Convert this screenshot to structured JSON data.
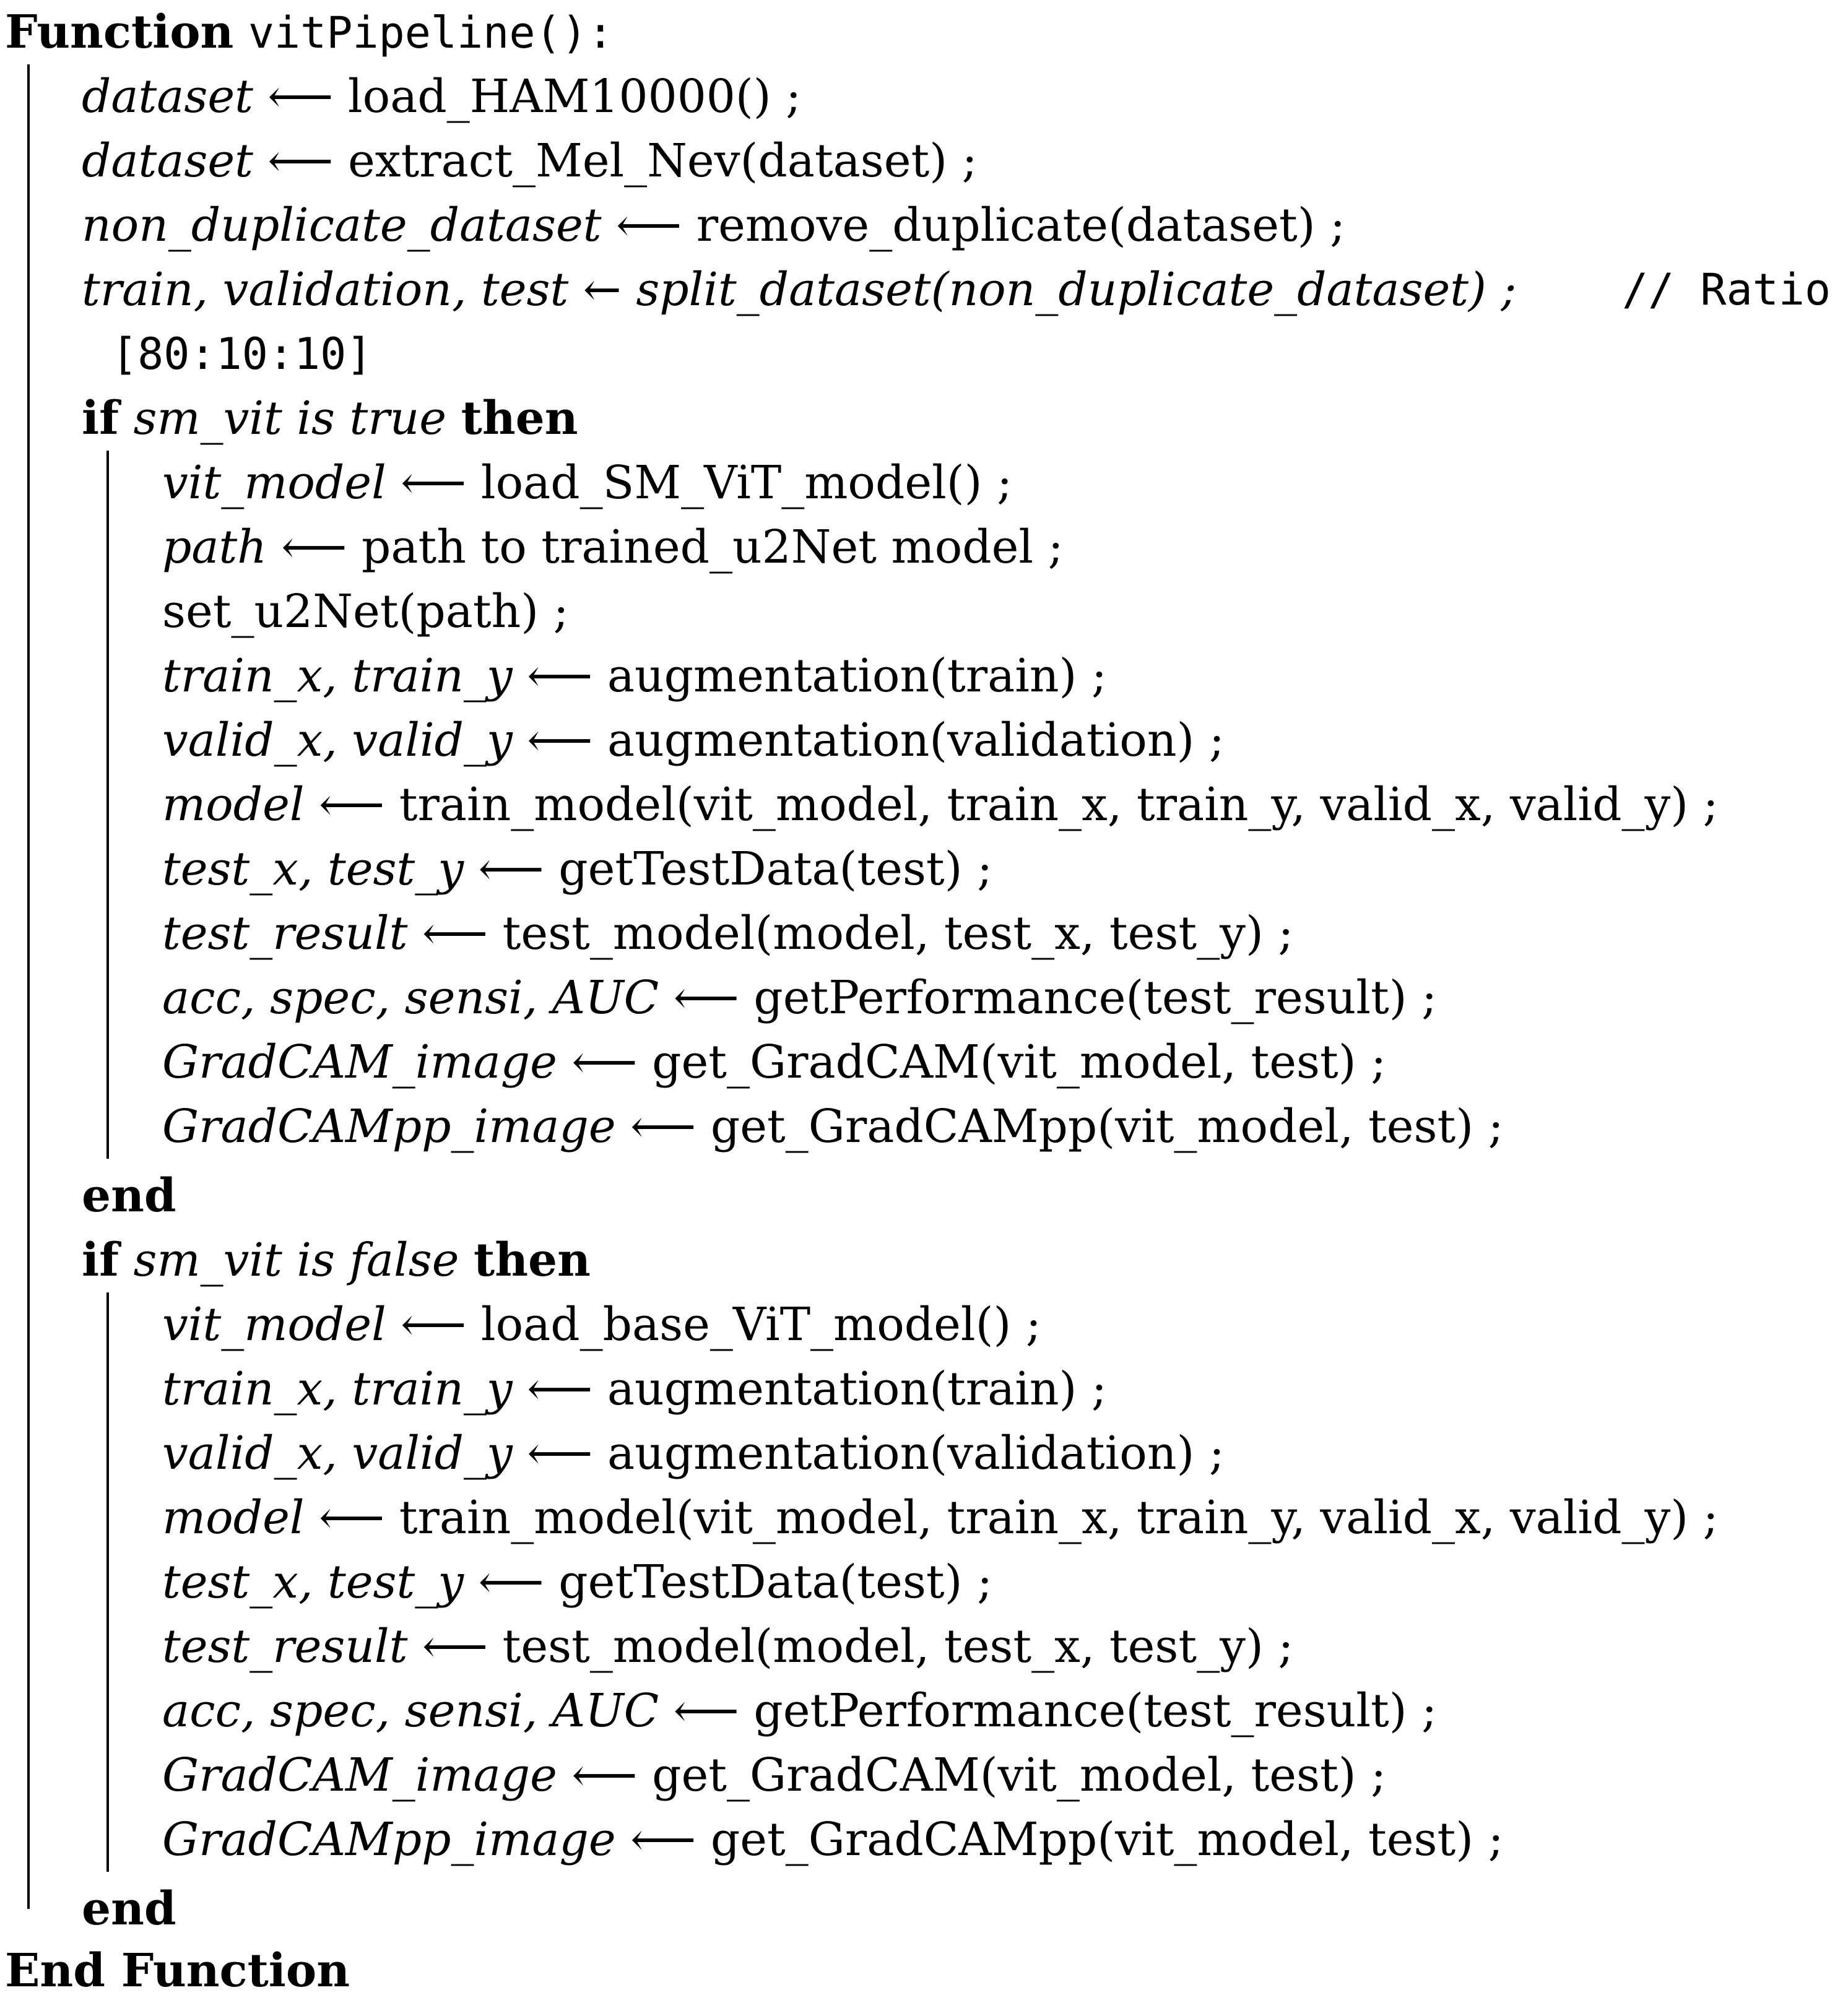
{
  "function": {
    "keyword": "Function",
    "name": "vitPipeline():",
    "end_keyword": "End Function"
  },
  "assignment_arrow": "⟵",
  "short_arrow": "←",
  "preamble": [
    {
      "lhs": "dataset",
      "rhs": "load_HAM10000() ;"
    },
    {
      "lhs": "dataset",
      "rhs": "extract_Mel_Nev(dataset) ;"
    },
    {
      "lhs": "non_duplicate_dataset",
      "rhs": "remove_duplicate(dataset) ;"
    },
    {
      "lhs": "train, validation, test",
      "rhs": "split_dataset(non_duplicate_dataset) ;",
      "comment": "// Ratio",
      "comment_cont": "[80:10:10]"
    }
  ],
  "block_true": {
    "if_keyword": "if",
    "condition_var": "sm_vit",
    "condition_rest": "is true",
    "then_keyword": "then",
    "end_keyword": "end",
    "lines": [
      {
        "lhs": "vit_model",
        "rhs": "load_SM_ViT_model() ;"
      },
      {
        "lhs": "path",
        "rhs": "path to trained_u2Net model ;"
      },
      {
        "lhs": "",
        "rhs": "set_u2Net(path) ;"
      },
      {
        "lhs": "train_x, train_y",
        "rhs": "augmentation(train) ;"
      },
      {
        "lhs": "valid_x, valid_y",
        "rhs": "augmentation(validation) ;"
      },
      {
        "lhs": "model",
        "rhs": "train_model(vit_model, train_x, train_y, valid_x, valid_y) ;"
      },
      {
        "lhs": "test_x, test_y",
        "rhs": "getTestData(test) ;"
      },
      {
        "lhs": "test_result",
        "rhs": "test_model(model, test_x, test_y) ;"
      },
      {
        "lhs": "acc, spec, sensi, AUC",
        "rhs": "getPerformance(test_result) ;"
      },
      {
        "lhs": "GradCAM_image",
        "rhs": "get_GradCAM(vit_model, test) ;"
      },
      {
        "lhs": "GradCAMpp_image",
        "rhs": "get_GradCAMpp(vit_model, test) ;"
      }
    ]
  },
  "block_false": {
    "if_keyword": "if",
    "condition_var": "sm_vit",
    "condition_rest": "is false",
    "then_keyword": "then",
    "end_keyword": "end",
    "lines": [
      {
        "lhs": "vit_model",
        "rhs": "load_base_ViT_model() ;"
      },
      {
        "lhs": "train_x, train_y",
        "rhs": "augmentation(train) ;"
      },
      {
        "lhs": "valid_x, valid_y",
        "rhs": "augmentation(validation) ;"
      },
      {
        "lhs": "model",
        "rhs": "train_model(vit_model, train_x, train_y, valid_x, valid_y) ;"
      },
      {
        "lhs": "test_x, test_y",
        "rhs": "getTestData(test) ;"
      },
      {
        "lhs": "test_result",
        "rhs": "test_model(model, test_x, test_y) ;"
      },
      {
        "lhs": "acc, spec, sensi, AUC",
        "rhs": "getPerformance(test_result) ;"
      },
      {
        "lhs": "GradCAM_image",
        "rhs": "get_GradCAM(vit_model, test) ;"
      },
      {
        "lhs": "GradCAMpp_image",
        "rhs": "get_GradCAMpp(vit_model, test) ;"
      }
    ]
  }
}
